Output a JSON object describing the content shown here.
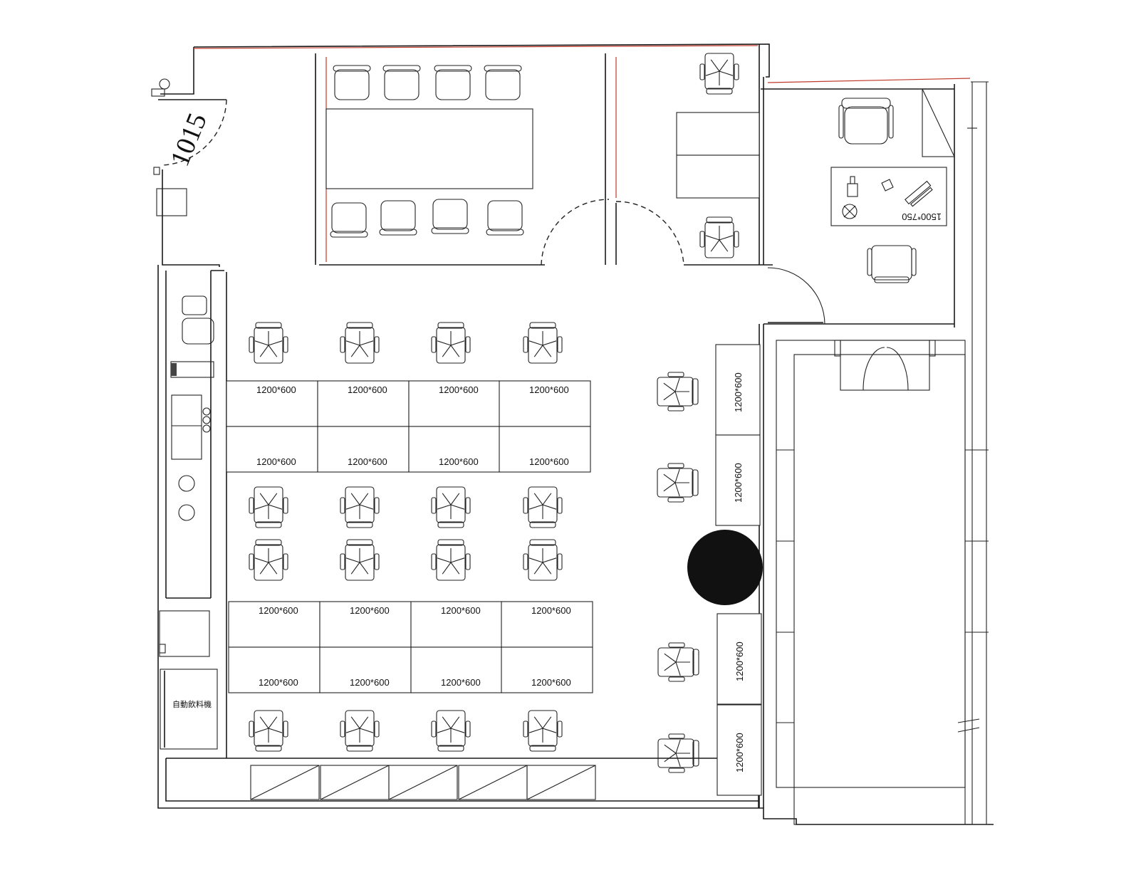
{
  "room_number": "1015",
  "desk_size_label": "1200*600",
  "manager_desk_label": "1500*750",
  "vending_machine_label": "自動飲料機",
  "colors": {
    "line": "#1a1a1a",
    "partition": "#c0392b",
    "pillar": "#111111"
  }
}
